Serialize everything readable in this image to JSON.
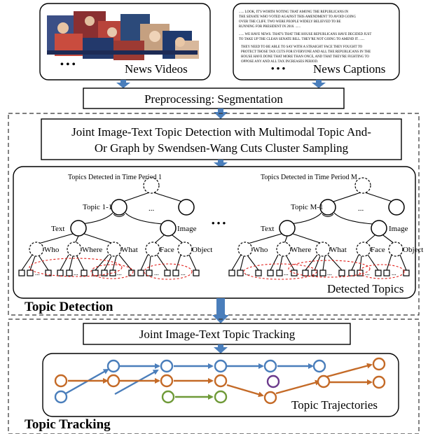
{
  "top": {
    "videos_label": "News Videos",
    "captions_label": "News Captions",
    "ellipsis": "• • •",
    "caption_lines": [
      "...... LOOK, IT'S WORTH NOTING THAT AMONG THE REPUBLICANS IN",
      "THE SENATE WHO VOTED AGAINST THIS AMENDMENT TO AVOID GOING",
      "OVER THE CLIFF, TWO WERE PEOPLE WIDELY BELIEVED TO BE",
      "RUNNING FOR PRESIDENT IN 2016. ......",
      "...... WE HAVE NEWS. THAT'S THAT THE HOUSE REPUBLICANS HAVE DECIDED JUST",
      "TO TAKE UP THE CLEAN SENATE BILL. THEY'RE NOT GOING TO AMEND IT. ......",
      "THEY NEED TO BE ABLE TO SAY WITH A STRAIGHT FACE THEY FOUGHT TO",
      "PROTECT THOSE TAX CUTS FOR EVERYONE AND ALL THE REPUBLICANS IN THE",
      "HOUSE HAVE DONE THAT MORE THAN ONCE, AND THAT THEY'RE FIGHTING TO",
      "OPPOSE ANY AND ALL TAX INCREASES PERIOD."
    ]
  },
  "preprocessing": "Preprocessing: Segmentation",
  "joint_detection": [
    "Joint Image-Text Topic Detection with Multimodal Topic And-",
    "Or Graph by Swendsen-Wang Cuts Cluster Sampling"
  ],
  "detection": {
    "period1": "Topics Detected in Time Period 1",
    "periodM": "Topics Detected in Time Period M",
    "topic1": "Topic 1-1",
    "topicM": "Topic M-1",
    "dots": "...",
    "text": "Text",
    "image": "Image",
    "who": "Who",
    "where": "Where",
    "what": "What",
    "face": "Face",
    "object": "Object",
    "middle_dots": "• • •",
    "detected_label": "Detected Topics",
    "section_label": "Topic Detection"
  },
  "tracking": {
    "joint_tracking": "Joint Image-Text Topic Tracking",
    "trajectories_label": "Topic Trajectories",
    "section_label": "Topic Tracking"
  },
  "colors": {
    "flow_arrow": "#4a7ebb",
    "blue": "#4a7ebb",
    "orange": "#c46a27",
    "green": "#6f9a38",
    "purple": "#6b3a8c",
    "red_ellipse": "#e0201b"
  }
}
